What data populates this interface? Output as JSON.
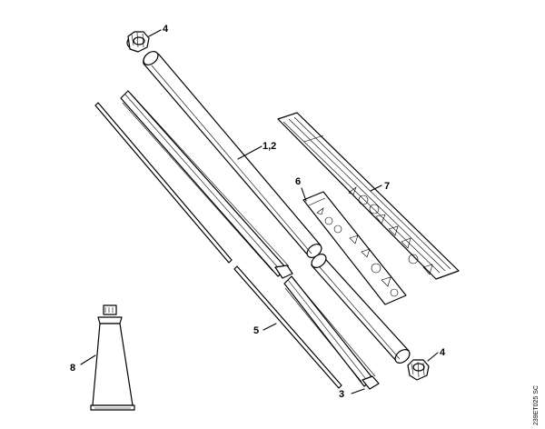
{
  "callouts": {
    "cap_top": "4",
    "tube": "1,2",
    "decal_small": "6",
    "decal_large": "7",
    "shaft": "5",
    "cap_bottom": "4",
    "liner_clip": "3",
    "grease_tube": "8"
  },
  "drawing_code": "239ET025 SC"
}
